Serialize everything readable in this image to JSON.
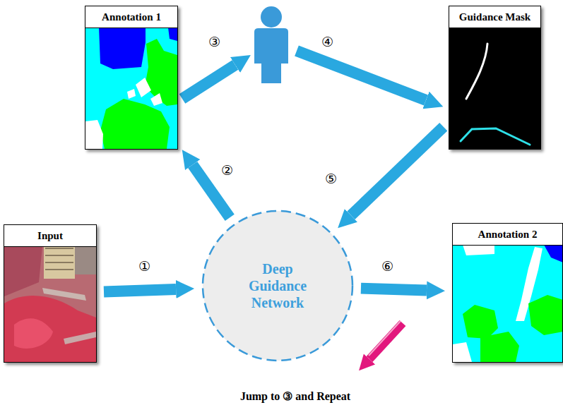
{
  "diagram": {
    "nodes": [
      {
        "text": [
          "Annotation 1"
        ]
      },
      {
        "text": [
          "Guidance Mask"
        ]
      },
      {
        "text": [
          "Input"
        ]
      },
      {
        "text": [
          "Deep Guidance Network"
        ]
      },
      {
        "text": [
          "Annotation 2"
        ]
      }
    ],
    "edges": [
      {
        "from": 2,
        "to": 3,
        "arrow": "to"
      },
      {
        "from": 3,
        "to": 0,
        "arrow": "to"
      },
      {
        "from": 1,
        "to": 3,
        "arrow": "to"
      },
      {
        "from": 3,
        "to": 4,
        "arrow": "to"
      }
    ],
    "labels": [
      "①",
      "②",
      "③",
      "④",
      "⑤",
      "⑥",
      "Jump to ③ and Repeat"
    ]
  }
}
